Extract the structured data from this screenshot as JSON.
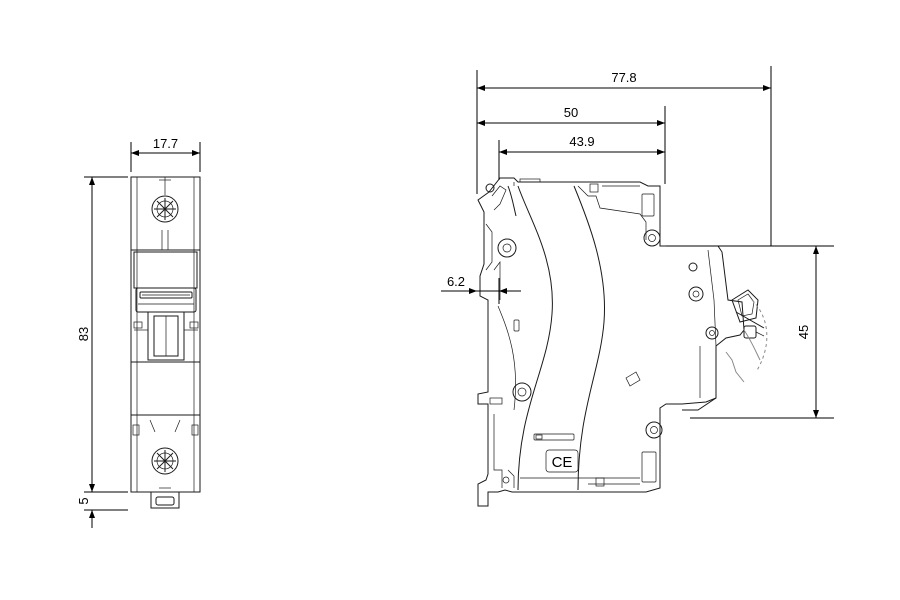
{
  "front_view": {
    "width_label": "17.7",
    "height_label": "83",
    "clip_label": "5"
  },
  "side_view": {
    "overall_depth_label": "77.8",
    "depth_label": "50",
    "inner_depth_label": "43.9",
    "rail_offset_label": "6.2",
    "front_height_label": "45",
    "mark": "CE"
  },
  "colors": {
    "line": "#1a1a1a",
    "dimension": "#000000",
    "background": "#ffffff"
  }
}
